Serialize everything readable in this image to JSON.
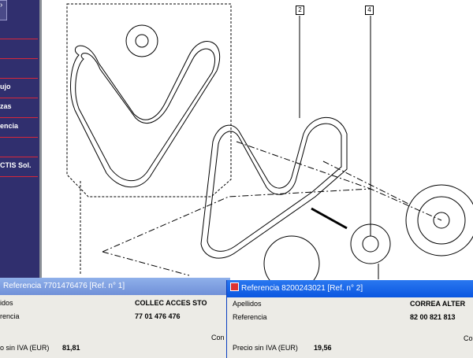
{
  "sidebar": {
    "items": [
      {
        "label": "ujo"
      },
      {
        "label": "zas"
      },
      {
        "label": "encia"
      },
      {
        "label": "CTIS Sol."
      }
    ]
  },
  "drawing": {
    "callouts": [
      "2",
      "4"
    ]
  },
  "dialog1": {
    "title": "Referencia 7701476476 [Ref. n° 1]",
    "label_name": "idos",
    "value_name": "COLLEC ACCES STO",
    "label_ref": "rencia",
    "value_ref": "77 01 476 476",
    "label_extra": "Con",
    "label_price": "o sin IVA (EUR)",
    "value_price": "81,81"
  },
  "dialog2": {
    "title": "Referencia 8200243021 [Ref. n° 2]",
    "label_name": "Apellidos",
    "value_name": "CORREA ALTER",
    "label_ref": "Referencia",
    "value_ref": "82 00 821 813",
    "label_extra": "Co",
    "label_price": "Precio sin IVA (EUR)",
    "value_price": "19,56"
  },
  "colors": {
    "sidebar": "#302f6e",
    "divider": "#d8283a",
    "active_title": "#0a5ae6",
    "inactive_title": "#7c9de0"
  }
}
